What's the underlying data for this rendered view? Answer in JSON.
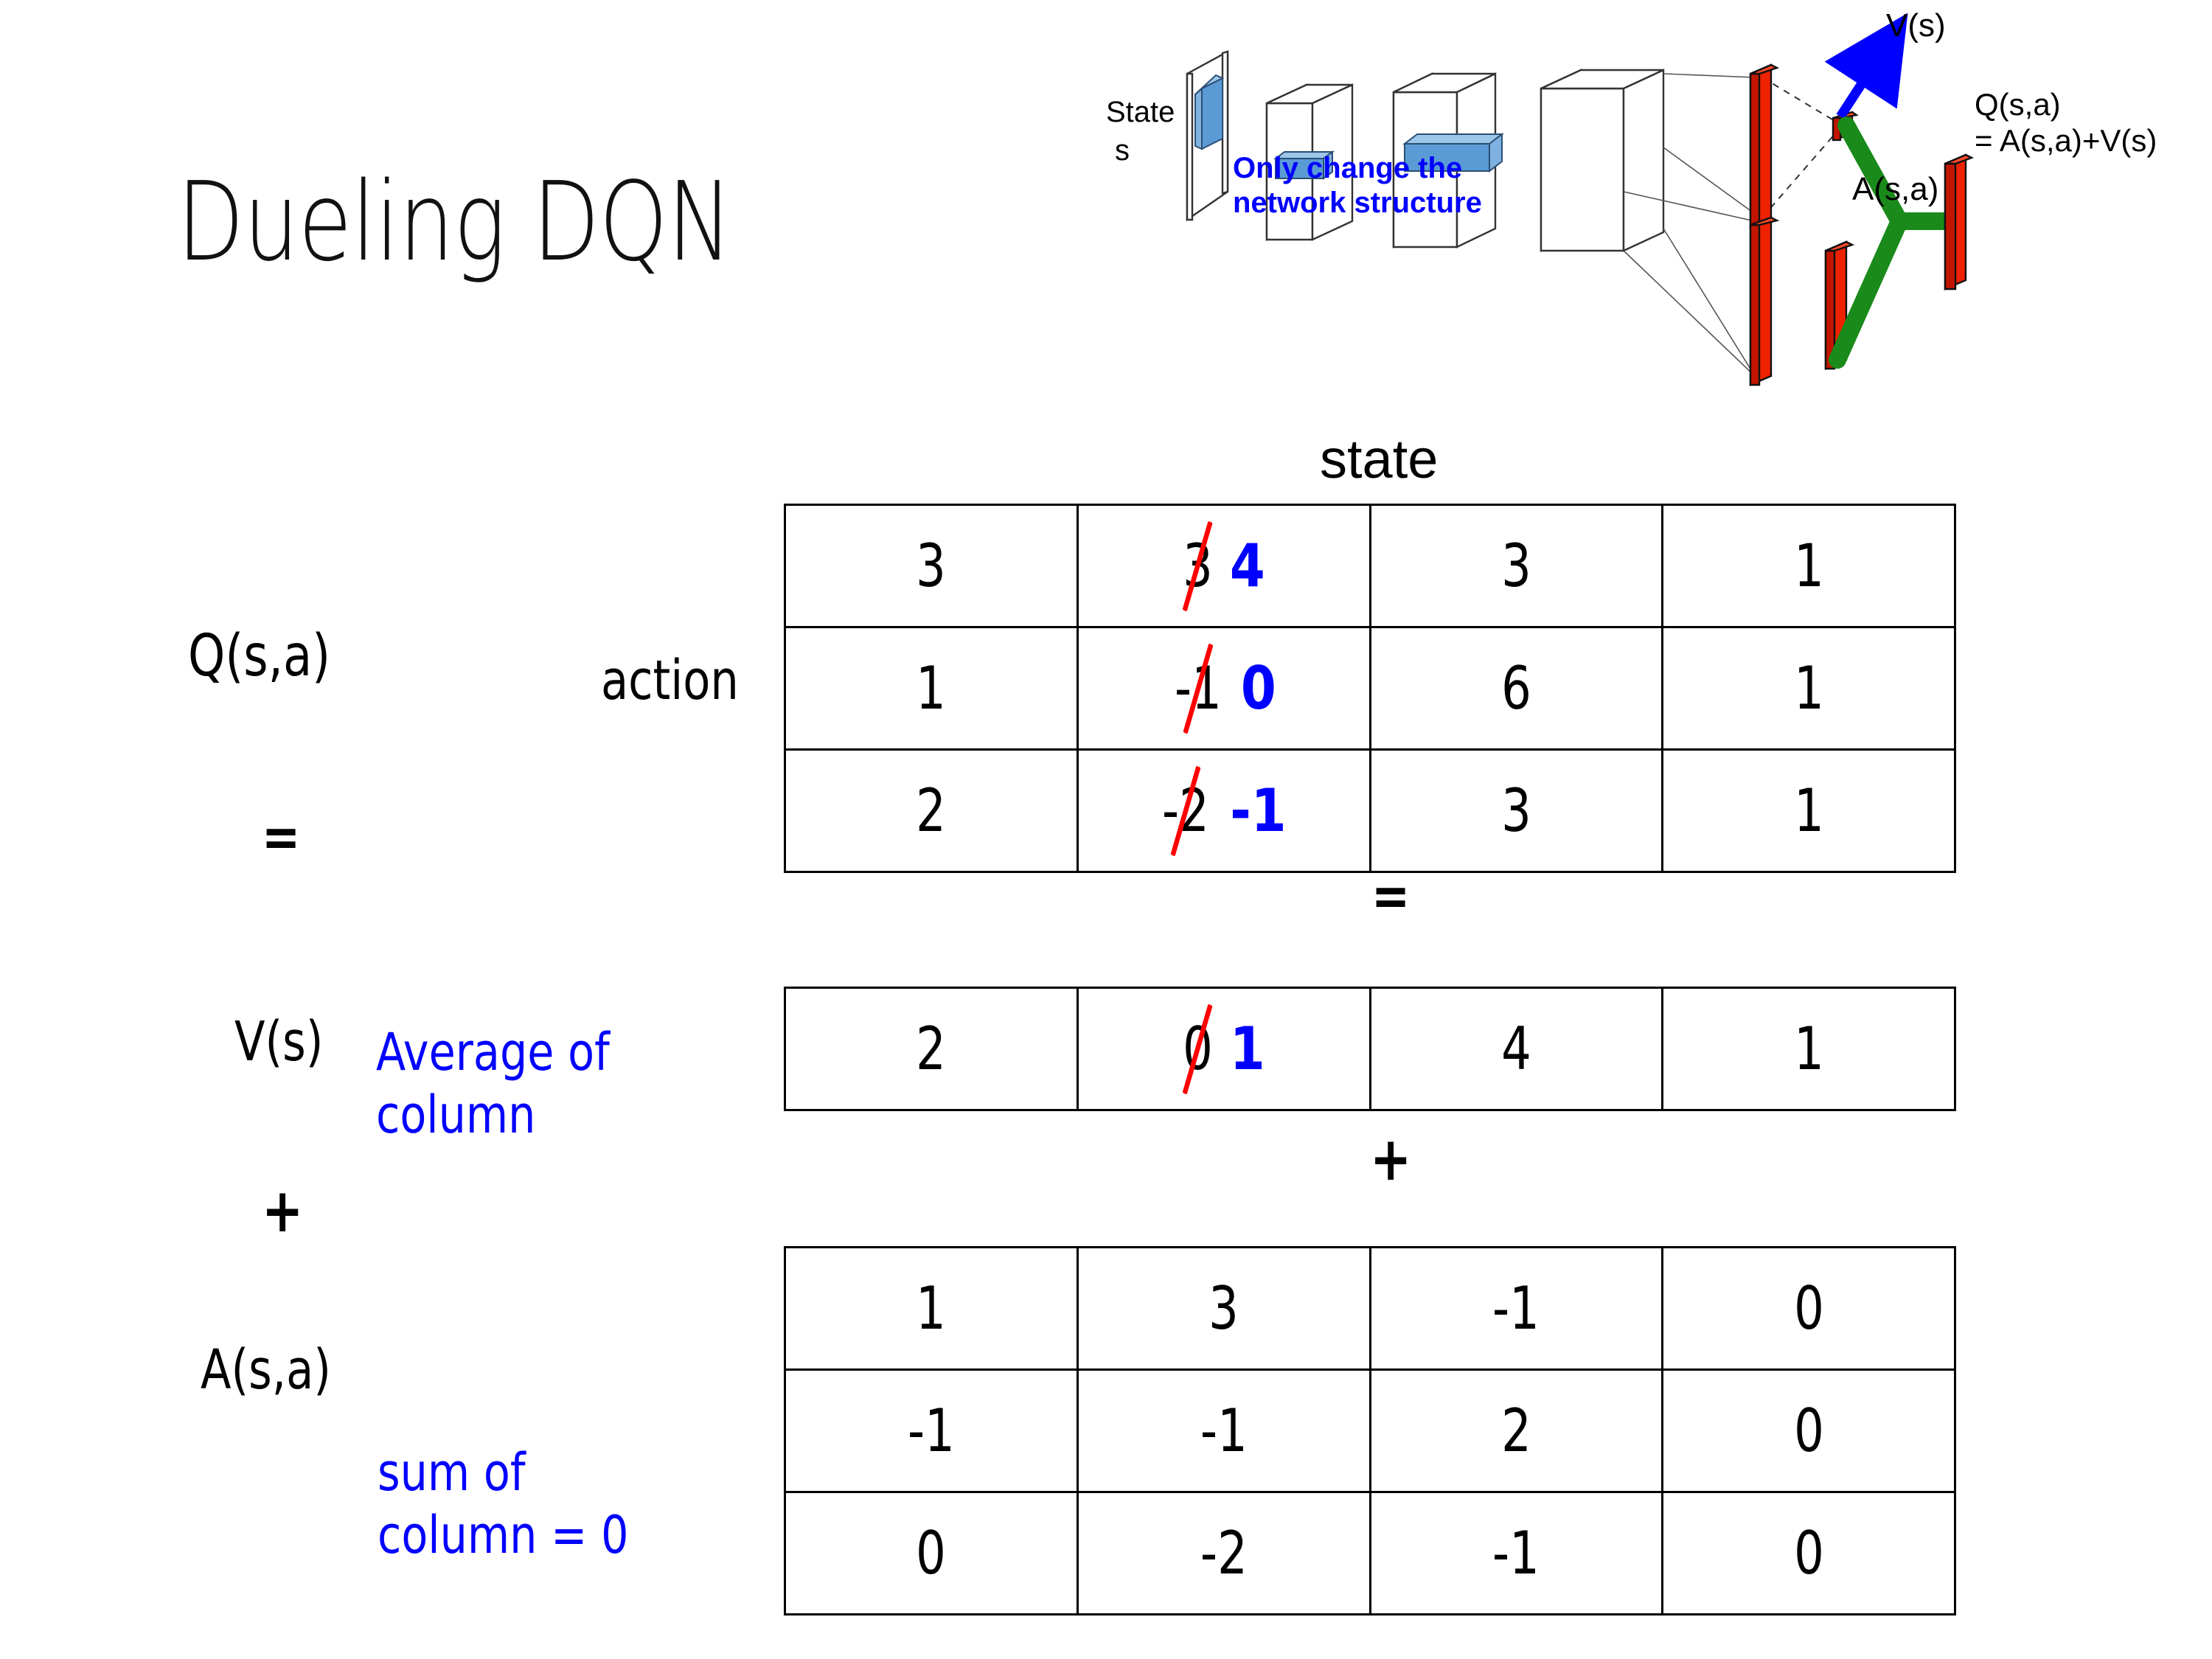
{
  "slide": {
    "title": "Dueling DQN"
  },
  "diagram": {
    "input_label_line1": "State",
    "input_label_line2": "s",
    "note_line1": "Only change the",
    "note_line2": "network structure",
    "note_color": "#0000ff",
    "value_stream_label": "V(s)",
    "advantage_stream_label": "A(s,a)",
    "output_label_line1": "Q(s,a)",
    "output_label_line2": "= A(s,a)+V(s)",
    "arrow_color": "#0000ff",
    "merge_color": "#1a8a1a",
    "bar_color": "#ee2200",
    "feature_color": "#5b9bd5"
  },
  "labels": {
    "state_axis": "state",
    "action_axis": "action",
    "q_label": "Q(s,a)",
    "v_label": "V(s)",
    "a_label": "A(s,a)",
    "equals_left": "=",
    "plus_left": "+",
    "equals_mid": "=",
    "plus_mid": "+",
    "avg_note_line1": "Average of",
    "avg_note_line2": "column",
    "sum_note_line1": "sum of",
    "sum_note_line2": "column = 0",
    "note_color": "#0000ff"
  },
  "chart_data": {
    "type": "table",
    "title": "Dueling DQN value/advantage decomposition",
    "xlabel": "state",
    "ylabel": "action",
    "edit_old_color": "#000000",
    "edit_new_color": "#0000ff",
    "strike_color": "#ff0000",
    "tables": [
      {
        "name": "Q(s,a)",
        "rows": [
          [
            {
              "value": "3"
            },
            {
              "value": "3",
              "struck": true,
              "new_value": "4"
            },
            {
              "value": "3"
            },
            {
              "value": "1"
            }
          ],
          [
            {
              "value": "1"
            },
            {
              "value": "-1",
              "struck": true,
              "new_value": "0"
            },
            {
              "value": "6"
            },
            {
              "value": "1"
            }
          ],
          [
            {
              "value": "2"
            },
            {
              "value": "-2",
              "struck": true,
              "new_value": "-1"
            },
            {
              "value": "3"
            },
            {
              "value": "1"
            }
          ]
        ]
      },
      {
        "name": "V(s)",
        "rows": [
          [
            {
              "value": "2"
            },
            {
              "value": "0",
              "struck": true,
              "new_value": "1"
            },
            {
              "value": "4"
            },
            {
              "value": "1"
            }
          ]
        ]
      },
      {
        "name": "A(s,a)",
        "rows": [
          [
            {
              "value": "1"
            },
            {
              "value": "3"
            },
            {
              "value": "-1"
            },
            {
              "value": "0"
            }
          ],
          [
            {
              "value": "-1"
            },
            {
              "value": "-1"
            },
            {
              "value": "2"
            },
            {
              "value": "0"
            }
          ],
          [
            {
              "value": "0"
            },
            {
              "value": "-2"
            },
            {
              "value": "-1"
            },
            {
              "value": "0"
            }
          ]
        ]
      }
    ]
  }
}
